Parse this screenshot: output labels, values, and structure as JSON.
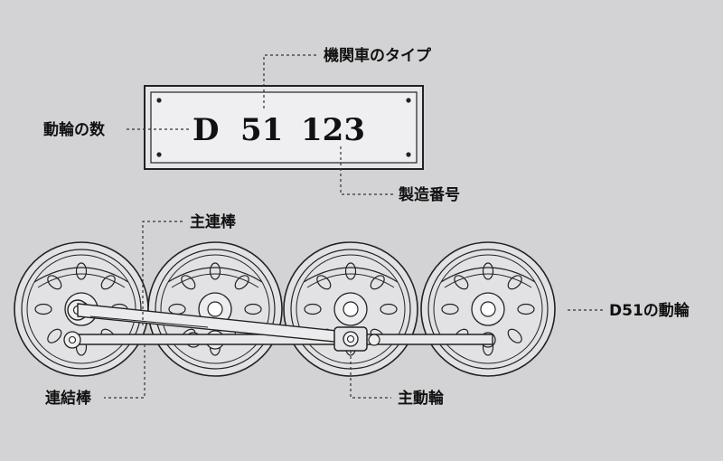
{
  "colors": {
    "background": "#d3d3d5",
    "ink": "#222222",
    "wheel_fill": "#e2e2e4"
  },
  "plate": {
    "prefix": "D",
    "number_a": "51",
    "number_b": "123"
  },
  "labels": {
    "locomotive_type": "機関車のタイプ",
    "driving_wheel_count": "動輪の数",
    "serial_number": "製造番号",
    "main_rod": "主連棒",
    "d51_driving_wheels": "D51の動輪",
    "coupling_rod": "連結棒",
    "main_driving_wheel": "主動輪"
  }
}
